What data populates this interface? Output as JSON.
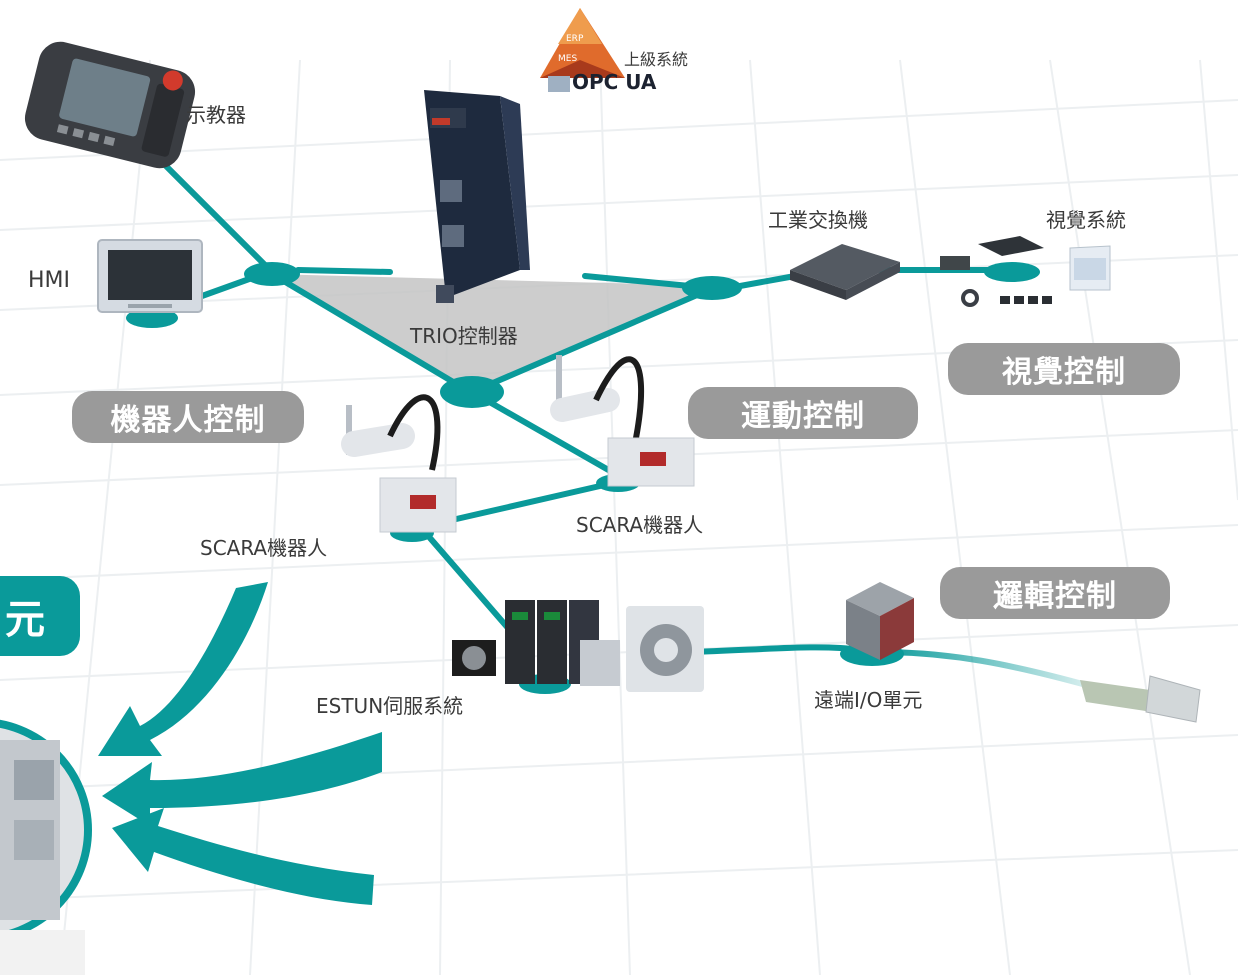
{
  "labels": {
    "teach_pendant": "示教器",
    "upper_system": "上級系統",
    "erp": "ERP",
    "mes": "MES",
    "opc_ua": "OPC UA",
    "hmi": "HMI",
    "trio_controller": "TRIO控制器",
    "industrial_switch": "工業交換機",
    "vision_system": "視覺系統",
    "scara_left": "SCARA機器人",
    "scara_right": "SCARA機器人",
    "estun_servo": "ESTUN伺服系統",
    "remote_io": "遠端I/O單元"
  },
  "pills": {
    "robot_control": "機器人控制",
    "motion_control": "運動控制",
    "vision_control": "視覺控制",
    "logic_control": "邏輯控制",
    "cut_left": "元"
  },
  "colors": {
    "teal": "#0a9a9a",
    "pill_gray": "#9a9a9a",
    "triangle_gray": "#c4c4c4"
  }
}
